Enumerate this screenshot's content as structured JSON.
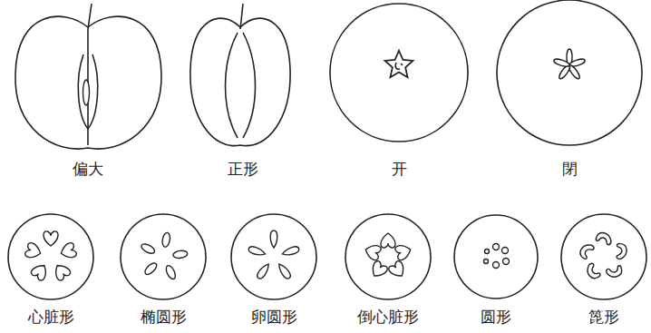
{
  "diagram": {
    "labels": [
      "偏大",
      "正形",
      "开",
      "閉",
      "心脏形",
      "椭圆形",
      "卵圆形",
      "倒心脏形",
      "圆形",
      "箆形"
    ]
  }
}
